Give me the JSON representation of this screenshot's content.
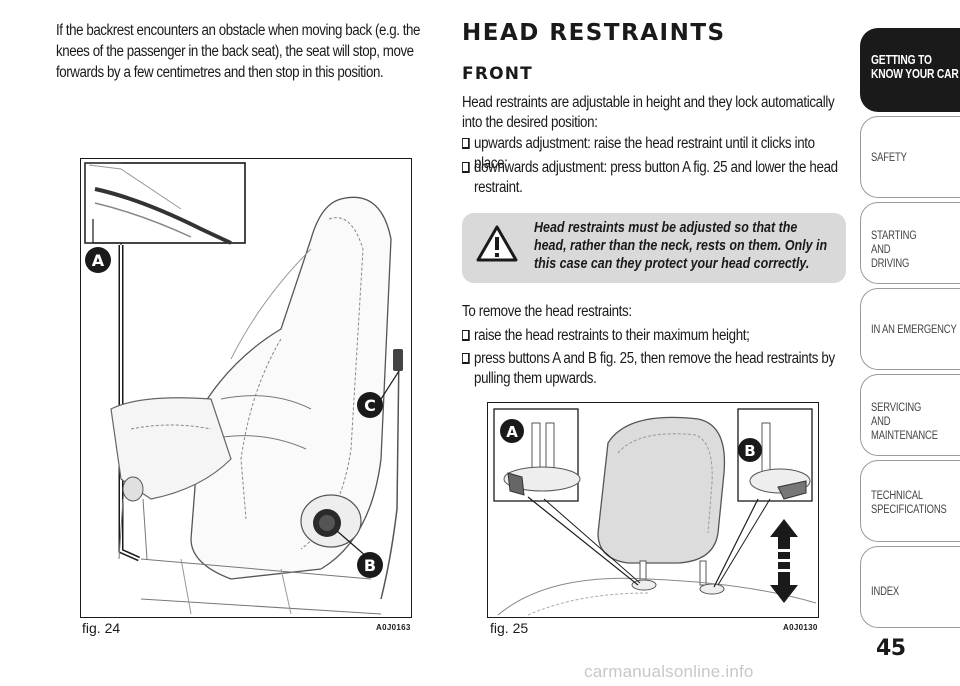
{
  "intro": "If the backrest encounters an obstacle when moving back (e.g. the knees of the passenger in the back seat), the seat will stop, move forwards by a few centimetres and then stop in this position.",
  "section_title": "HEAD RESTRAINTS",
  "subsection_title": "FRONT",
  "body_text": "Head restraints are adjustable in height and they lock automatically into the desired position:",
  "bullets_adjust": [
    "upwards adjustment: raise the head restraint until it clicks into place;",
    "downwards adjustment: press button A fig. 25 and lower the head restraint."
  ],
  "warning": "Head restraints must be adjusted so that the head, rather than the neck, rests on them. Only in this case can they protect your head correctly.",
  "remove_intro": "To remove the head restraints:",
  "bullets_remove": [
    "raise the head restraints to their maximum height;",
    "press buttons A and B fig. 25, then remove the head restraints by pulling them upwards."
  ],
  "figures": {
    "fig24": {
      "label": "fig. 24",
      "code": "A0J0163",
      "callouts": [
        "A",
        "B",
        "C"
      ]
    },
    "fig25": {
      "label": "fig. 25",
      "code": "A0J0130",
      "callouts": [
        "A",
        "B"
      ]
    }
  },
  "tabs": [
    {
      "label": "GETTING TO KNOW YOUR CAR",
      "active": true
    },
    {
      "label": "SAFETY",
      "active": false
    },
    {
      "label": "STARTING AND DRIVING",
      "active": false
    },
    {
      "label": "IN AN EMERGENCY",
      "active": false
    },
    {
      "label": "SERVICING AND MAINTENANCE",
      "active": false
    },
    {
      "label": "TECHNICAL SPECIFICATIONS",
      "active": false
    },
    {
      "label": "INDEX",
      "active": false
    }
  ],
  "page_number": "45",
  "watermark": "carmanualsonline.info",
  "colors": {
    "tab_active": "#1a1a1a",
    "warning_bg": "#d9d9d9",
    "text": "#1a1a1a"
  }
}
